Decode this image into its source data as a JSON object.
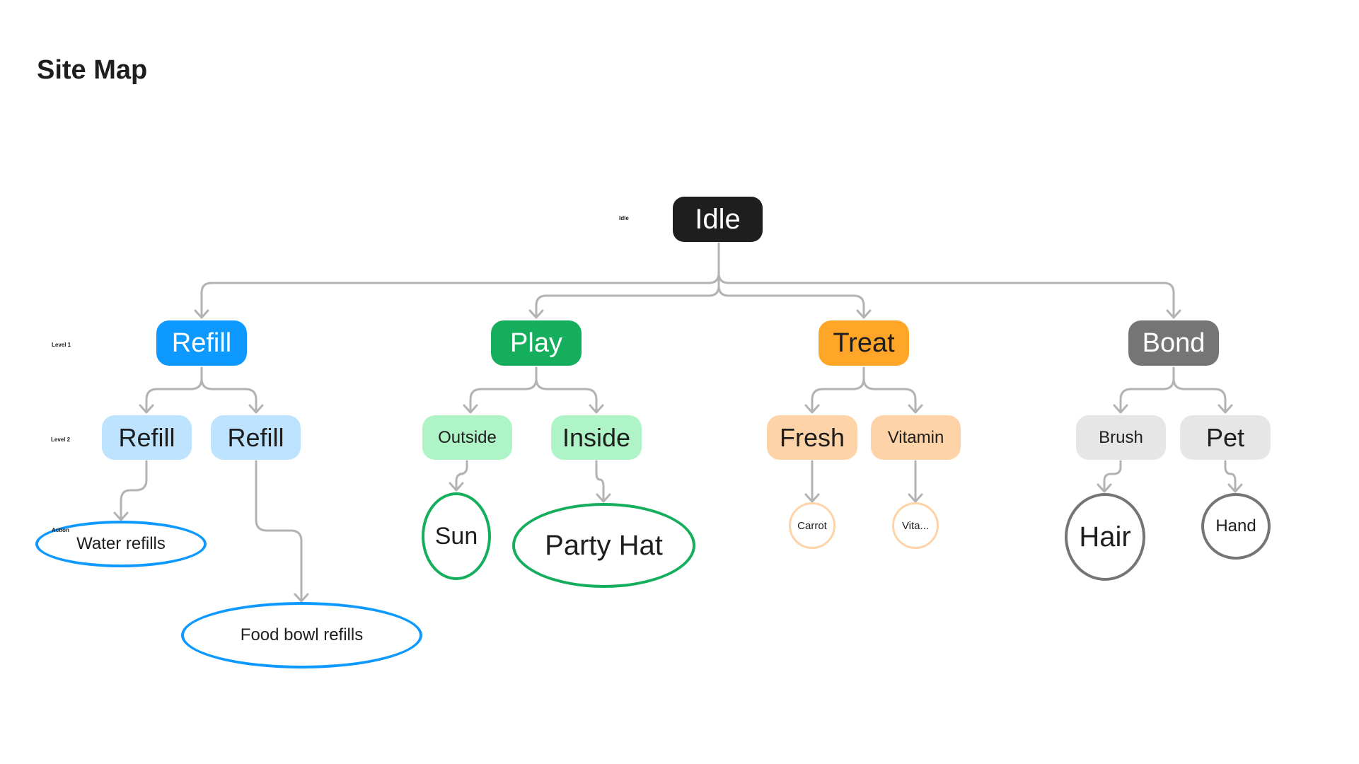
{
  "page": {
    "title": "Site Map"
  },
  "labels": {
    "idle": "Idle",
    "level1": "Level 1",
    "level2": "Level 2",
    "action": "Action"
  },
  "colors": {
    "connector": "#b3b3b3",
    "refill": "#0d99ff",
    "refill_light": "#bde3ff",
    "play": "#14ae5c",
    "play_light": "#aff4c6",
    "treat": "#ffa629",
    "treat_light": "#ffd3a8",
    "bond": "#757575",
    "bond_light": "#e6e6e6"
  },
  "tree": {
    "root": "Idle",
    "level1": [
      "Refill",
      "Play",
      "Treat",
      "Bond"
    ],
    "level2": {
      "refill": [
        "Refill",
        "Refill"
      ],
      "play": [
        "Outside",
        "Inside"
      ],
      "treat": [
        "Fresh",
        "Vitamin"
      ],
      "bond": [
        "Brush",
        "Pet"
      ]
    },
    "actions": {
      "refill": [
        "Water refills",
        "Food bowl refills"
      ],
      "play": [
        "Sun",
        "Party Hat"
      ],
      "treat": [
        "Carrot",
        "Vita..."
      ],
      "bond": [
        "Hair",
        "Hand"
      ]
    }
  }
}
